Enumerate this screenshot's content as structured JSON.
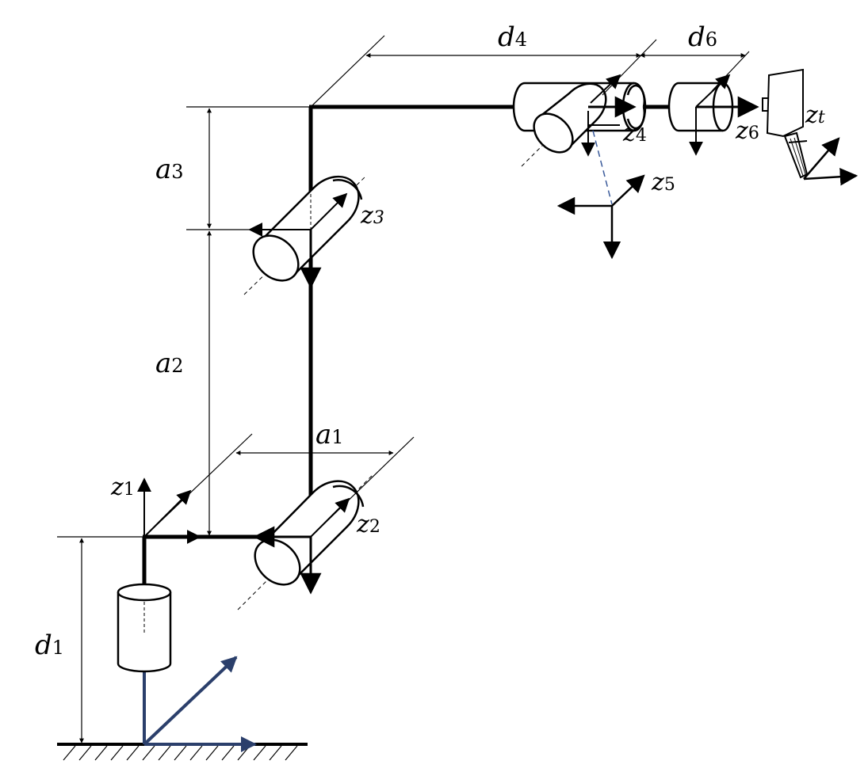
{
  "diagram": {
    "labels": {
      "d4": {
        "main": "d",
        "sub": "4"
      },
      "d6": {
        "main": "d",
        "sub": "6"
      },
      "a3": {
        "main": "a",
        "sub": "3"
      },
      "a2": {
        "main": "a",
        "sub": "2"
      },
      "a1": {
        "main": "a",
        "sub": "1"
      },
      "d1": {
        "main": "d",
        "sub": "1"
      },
      "z1": {
        "main": "z",
        "sub": "1"
      },
      "z2": {
        "main": "z",
        "sub": "2"
      },
      "z3": {
        "main": "z",
        "sub": "3"
      },
      "z4": {
        "main": "z",
        "sub": "4"
      },
      "z5": {
        "main": "z",
        "sub": "5"
      },
      "z6": {
        "main": "z",
        "sub": "6"
      },
      "zt": {
        "main": "z",
        "sub": "t"
      }
    },
    "colors": {
      "ink": "#000000",
      "base_frame": "#2b3f6b",
      "dashed_link": "#3a5a9a"
    }
  }
}
